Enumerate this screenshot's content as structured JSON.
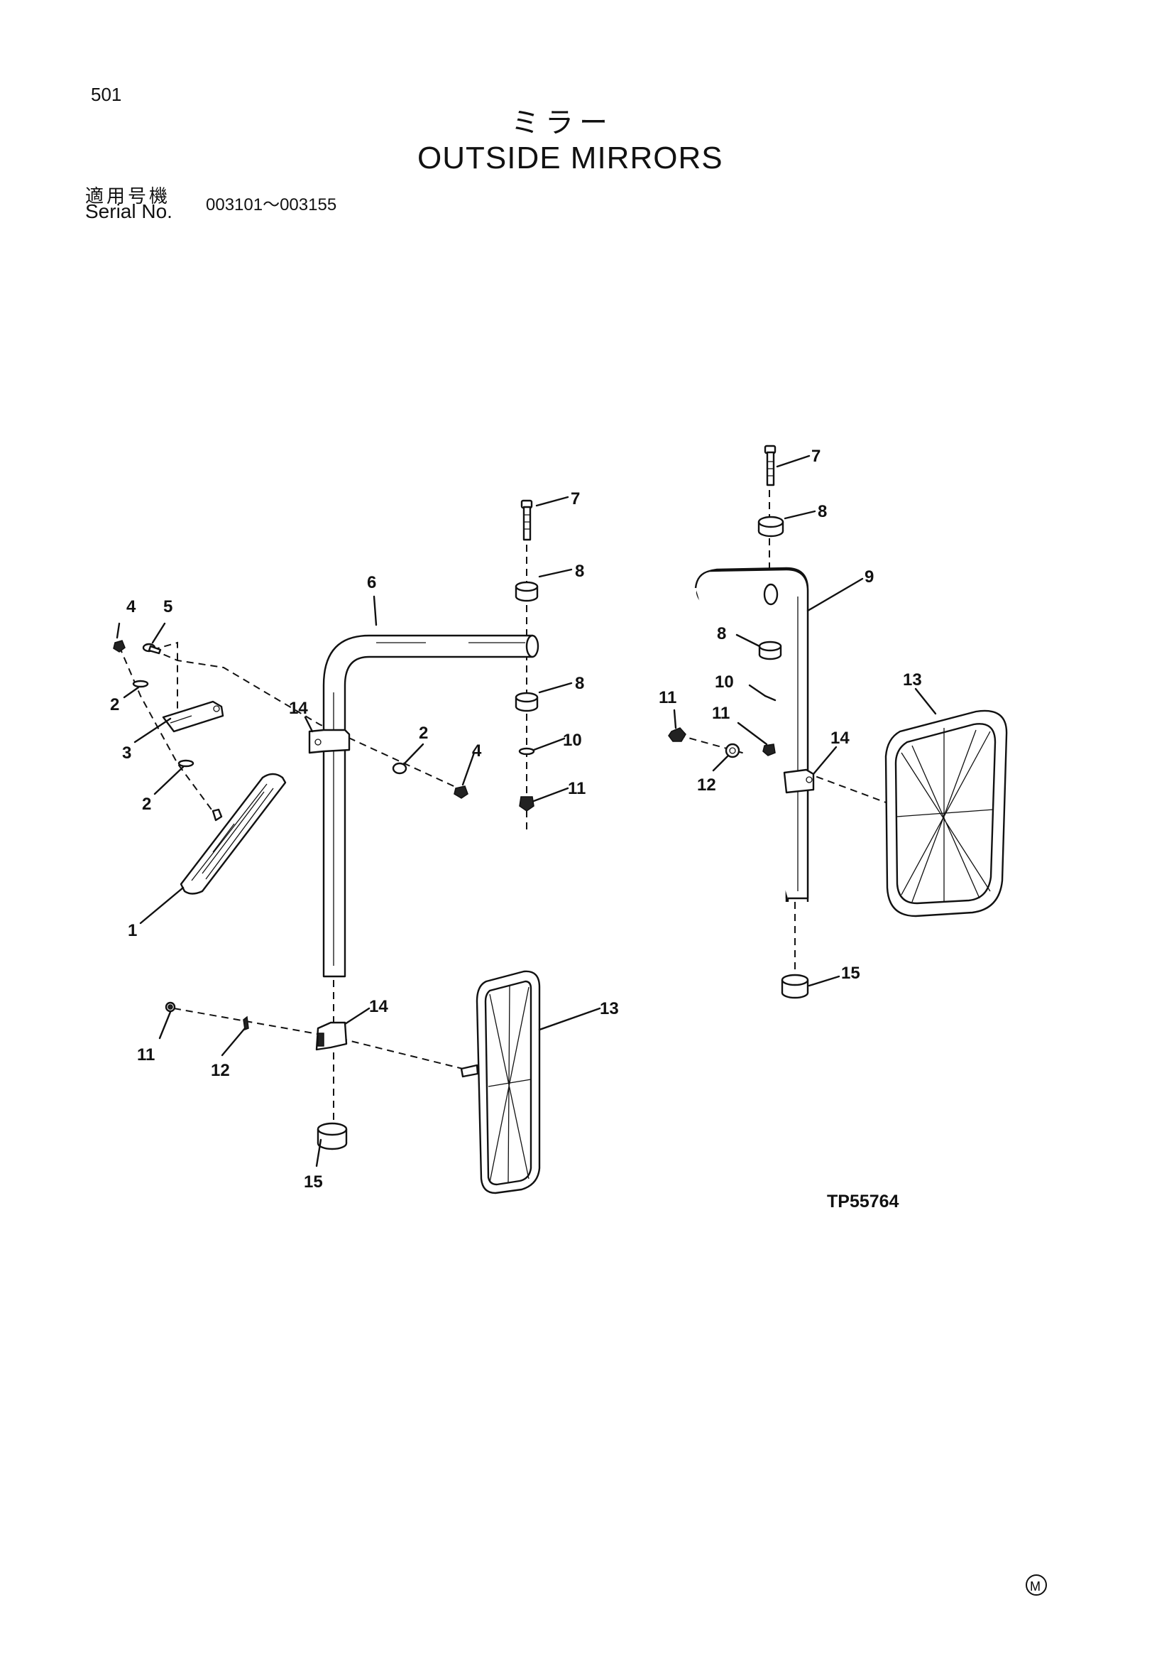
{
  "header": {
    "page_number": "501",
    "title_jp": "ミラー",
    "title_en": "OUTSIDE MIRRORS",
    "serial_label_jp": "適用号機",
    "serial_label_en": "Serial No.",
    "serial_range": "003101～003155"
  },
  "figure_code": "TP55764",
  "trademark_symbol": "Ⓜ",
  "callouts": {
    "left_4a": "4",
    "left_5": "5",
    "left_2a": "2",
    "left_3": "3",
    "left_2b": "2",
    "left_1": "1",
    "left_6": "6",
    "left_14a": "14",
    "left_2c": "2",
    "left_4b": "4",
    "left_7": "7",
    "left_8a": "8",
    "left_8b": "8",
    "left_10": "10",
    "left_11a": "11",
    "left_11b": "11",
    "left_12": "12",
    "left_14b": "14",
    "left_13": "13",
    "left_15": "15",
    "right_7": "7",
    "right_8a": "8",
    "right_9": "9",
    "right_8b": "8",
    "right_10": "10",
    "right_11a": "11",
    "right_11b": "11",
    "right_13": "13",
    "right_14": "14",
    "right_12": "12",
    "right_15": "15"
  }
}
